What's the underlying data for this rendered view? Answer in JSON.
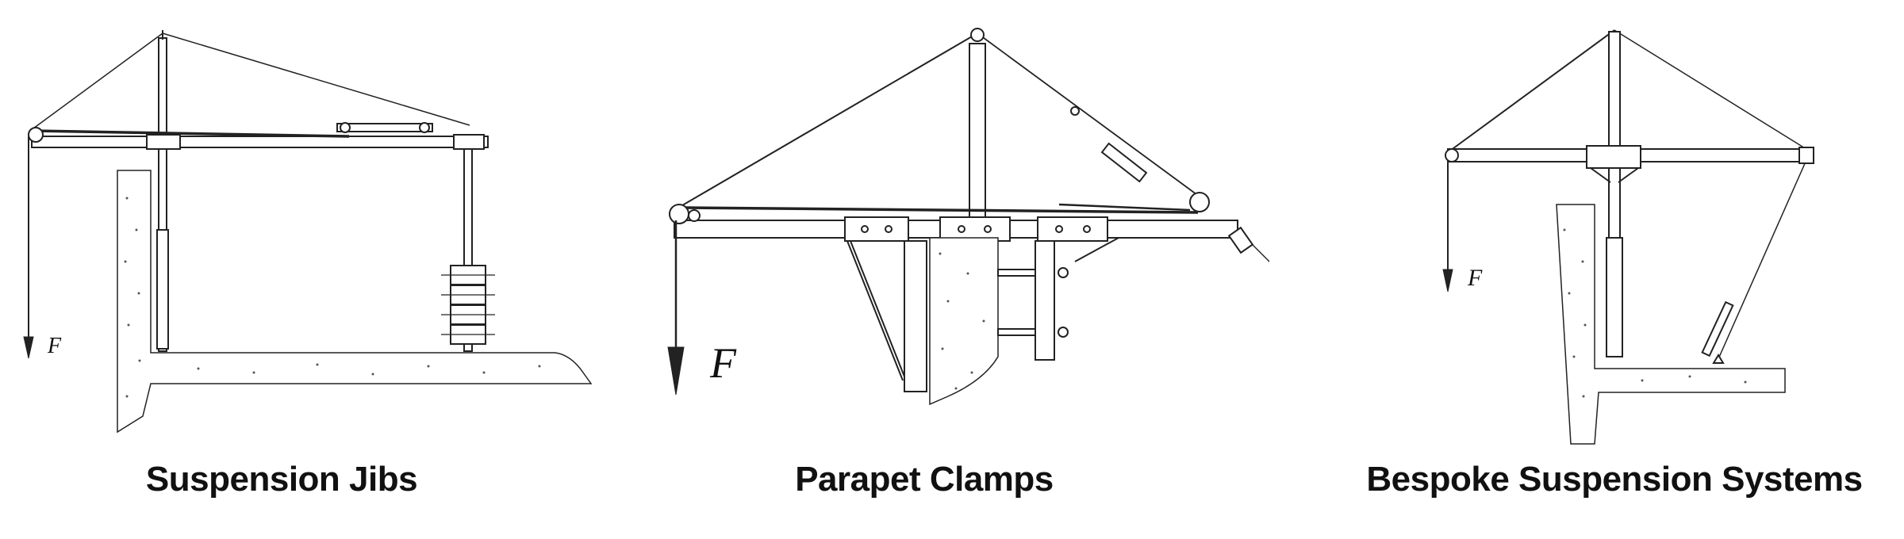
{
  "captions": {
    "jibs": "Suspension Jibs",
    "clamps": "Parapet Clamps",
    "bespoke": "Bespoke Suspension Systems"
  },
  "force_labels": {
    "jibs": "F",
    "clamps": "F",
    "bespoke": "F"
  },
  "colors": {
    "line": "#222222",
    "caption": "#111111",
    "background": "#ffffff"
  }
}
